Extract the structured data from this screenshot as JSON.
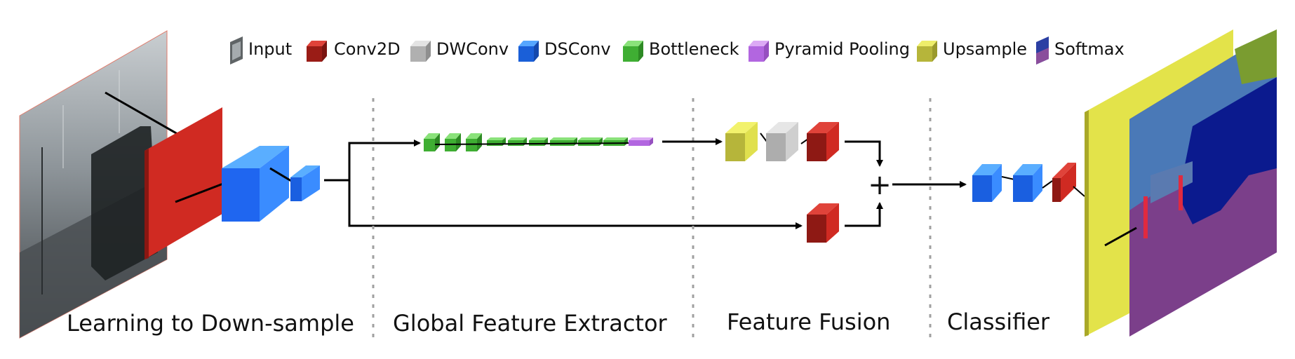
{
  "legend": [
    {
      "id": "input",
      "label": "Input",
      "color": "#6d7173"
    },
    {
      "id": "conv2d",
      "label": "Conv2D",
      "color": "#c8261e"
    },
    {
      "id": "dwconv",
      "label": "DWConv",
      "color": "#b9b9b9"
    },
    {
      "id": "dsconv",
      "label": "DSConv",
      "color": "#1f6ef0"
    },
    {
      "id": "bottleneck",
      "label": "Bottleneck",
      "color": "#5fcf4e"
    },
    {
      "id": "pyramid-pooling",
      "label": "Pyramid Pooling",
      "color": "#c27fe8"
    },
    {
      "id": "upsample",
      "label": "Upsample",
      "color": "#d8d84a"
    },
    {
      "id": "softmax",
      "label": "Softmax",
      "color": "#3a3f9e"
    }
  ],
  "sections": [
    {
      "id": "learning-to-down-sample",
      "label": "Learning to Down-sample"
    },
    {
      "id": "global-feature-extractor",
      "label": "Global Feature Extractor"
    },
    {
      "id": "feature-fusion",
      "label": "Feature Fusion"
    },
    {
      "id": "classifier",
      "label": "Classifier"
    }
  ],
  "fusion_symbol": "+",
  "colors": {
    "arrow": "#000000",
    "divider": "#a0a0a0"
  }
}
